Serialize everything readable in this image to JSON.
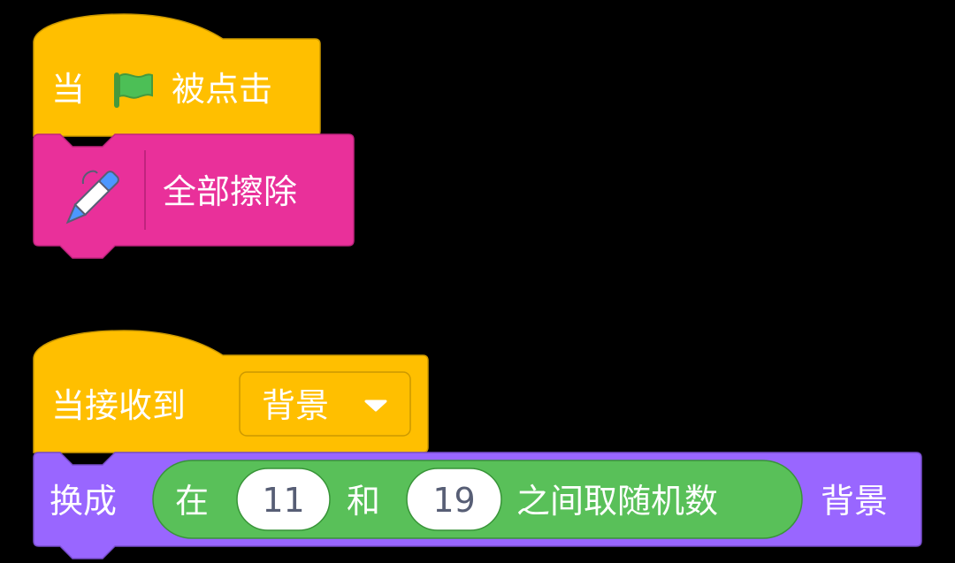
{
  "colors": {
    "events": "#ffbf00",
    "events_border": "#cc9900",
    "pen": "#e9309a",
    "pen_border": "#c0247e",
    "looks": "#9966ff",
    "looks_border": "#774dcb",
    "operators": "#59c059",
    "operators_border": "#389438",
    "input_bg": "#ffffff",
    "input_text": "#575e75",
    "flag": "#4cbf56"
  },
  "script1": {
    "hat_block": {
      "prefix": "当",
      "icon": "green-flag-icon",
      "suffix": "被点击"
    },
    "pen_block": {
      "icon": "pen-icon",
      "label": "全部擦除"
    }
  },
  "script2": {
    "hat_block": {
      "label": "当接收到",
      "dropdown": {
        "value": "背景",
        "icon": "dropdown-arrow-icon"
      }
    },
    "looks_block": {
      "prefix": "换成",
      "random_reporter": {
        "prefix": "在",
        "from": "11",
        "middle": "和",
        "to": "19",
        "suffix": "之间取随机数"
      },
      "suffix": "背景"
    }
  }
}
